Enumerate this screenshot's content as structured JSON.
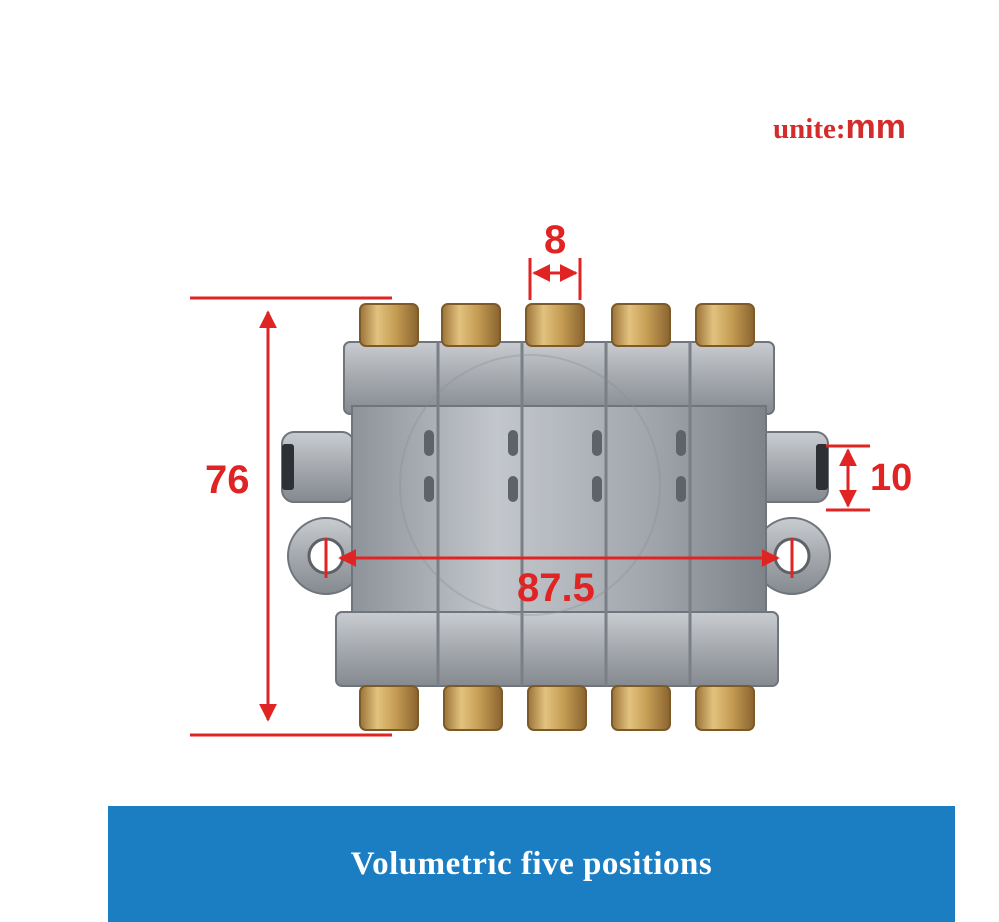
{
  "unit": {
    "prefix": "unite:",
    "value": "mm"
  },
  "dimensions": {
    "height": "76",
    "outlet_pitch": "8",
    "port_size": "10",
    "mounting_width": "87.5"
  },
  "caption": "Volumetric five positions",
  "colors": {
    "dimension_red": "#e02424",
    "caption_blue": "#1b7ec2",
    "brass": "#c8a15c",
    "metal": "#a9adb3"
  }
}
